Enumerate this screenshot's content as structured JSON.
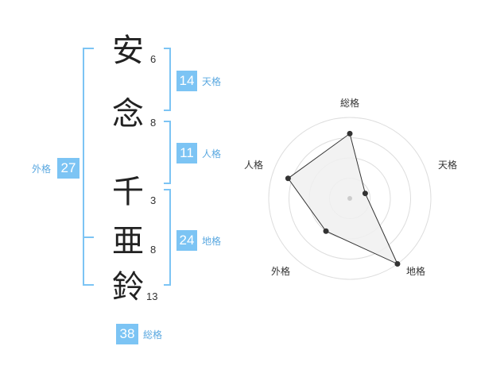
{
  "name_chars": [
    {
      "char": "安",
      "strokes": "6"
    },
    {
      "char": "念",
      "strokes": "8"
    },
    {
      "char": "千",
      "strokes": "3"
    },
    {
      "char": "亜",
      "strokes": "8"
    },
    {
      "char": "鈴",
      "strokes": "13"
    }
  ],
  "kaku": {
    "tenkaku": {
      "value": "14",
      "label": "天格"
    },
    "jinkaku": {
      "value": "11",
      "label": "人格"
    },
    "chikaku": {
      "value": "24",
      "label": "地格"
    },
    "gaikaku": {
      "value": "27",
      "label": "外格"
    },
    "soukaku": {
      "value": "38",
      "label": "総格"
    }
  },
  "colors": {
    "accent": "#7cc4f4",
    "label": "#5aa8e0",
    "radar_fill": "#f0f0f0",
    "radar_line": "#333333"
  },
  "chart_data": {
    "type": "radar",
    "axes": [
      "総格",
      "天格",
      "地格",
      "外格",
      "人格"
    ],
    "values": [
      0.8,
      0.2,
      1.0,
      0.5,
      0.8
    ],
    "range": [
      0,
      1
    ],
    "rings": 4
  }
}
